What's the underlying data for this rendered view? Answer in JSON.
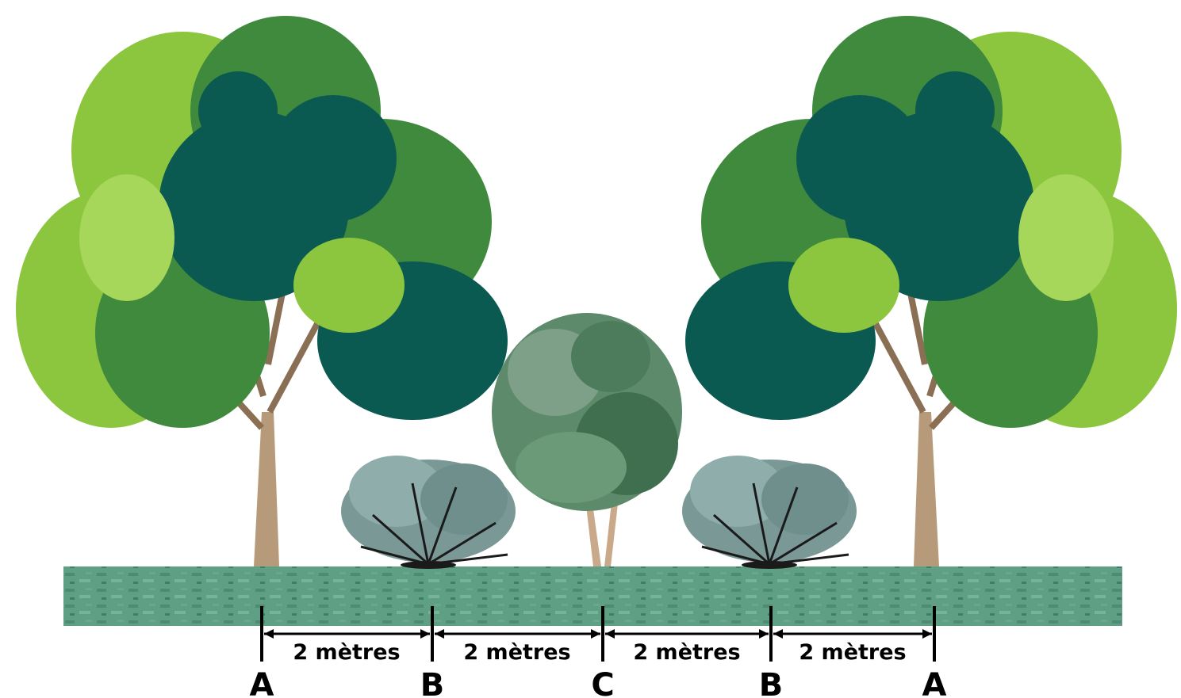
{
  "diagram": {
    "plants": [
      {
        "kind": "tall-tree",
        "label": "A"
      },
      {
        "kind": "shrub",
        "label": "B"
      },
      {
        "kind": "small-tree",
        "label": "C"
      },
      {
        "kind": "shrub",
        "label": "B"
      },
      {
        "kind": "tall-tree",
        "label": "A"
      }
    ],
    "spacings": [
      "2 mètres",
      "2 mètres",
      "2 mètres",
      "2 mètres"
    ],
    "colors": {
      "dark_foliage": "#0b5a52",
      "mid_foliage": "#3f8a3c",
      "light_foliage": "#8cc63e",
      "trunk": "#b79a7a",
      "shrub_foliage": "#6f8f8c",
      "small_tree_foliage": "#5d8a6a",
      "ground": "#5a9a7e"
    }
  }
}
